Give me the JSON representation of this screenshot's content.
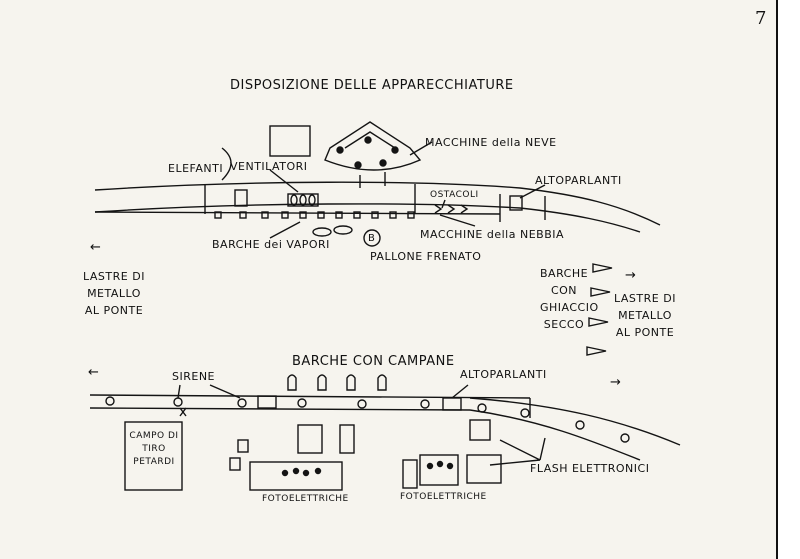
{
  "page_number": "7",
  "title": "DISPOSIZIONE DELLE APPARECCHIATURE",
  "labels": {
    "macchine_neve": "MACCHINE della NEVE",
    "elefanti": "ELEFANTI",
    "ventilatori": "VENTILATORI",
    "altoparlanti_top": "ALTOPARLANTI",
    "ostacoli": "OSTACOLI",
    "macchine_nebbia": "MACCHINE della NEBBIA",
    "barche_vapori": "BARCHE dei VAPORI",
    "pallone_frenato": "PALLONE FRENATO",
    "pallone_mark": "B",
    "lastre_left": "LASTRE DI METALLO AL PONTE",
    "lastre_right": "LASTRE DI METALLO AL PONTE",
    "barche_ghiaccio": "BARCHE CON GHIACCIO SECCO",
    "sirene": "SIRENE",
    "barche_campane": "BARCHE CON CAMPANE",
    "altoparlanti_bottom": "ALTOPARLANTI",
    "campo_tiro": "CAMPO DI TIRO PETARDI",
    "flash": "FLASH ELETTRONICI",
    "foto_left": "FOTOELETTRICHE",
    "foto_right": "FOTOELETTRICHE"
  },
  "arrows": {
    "left_top": "←",
    "right_top": "→",
    "left_bottom": "←",
    "right_bottom": "→"
  },
  "colors": {
    "ink": "#141414",
    "paper": "#f6f4ee"
  }
}
